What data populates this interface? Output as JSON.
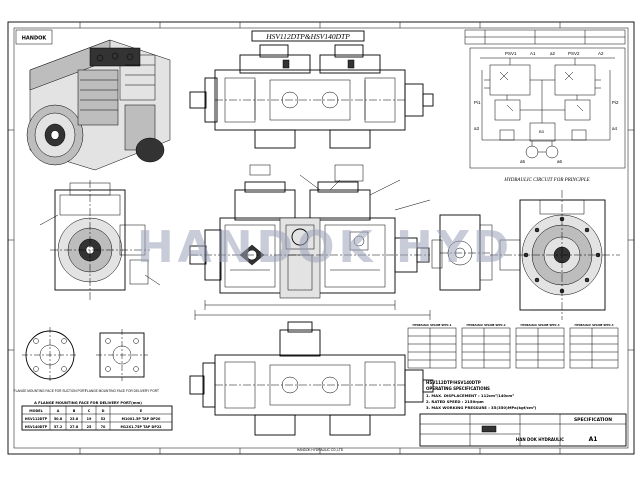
{
  "sheet": {
    "title": "HSV112DTP&HSV140DTP",
    "logo_top_left": "HANDOK",
    "watermark": "HANDOK HYD",
    "hydraulic_circuit_title": "HYDRAULIC CIRCUIT FOR PRINCIPLE",
    "company_name": "HAN DOK HYDRAULIC",
    "drawing_title": "SPECIFICATION",
    "footer_left": "HANDOK HYDRAULIC CO.,LTD",
    "footer_right": "A1"
  },
  "circuit": {
    "labels": [
      "PSV1",
      "A1",
      "a2",
      "PSV2",
      "A2",
      "Pi1",
      "Pi2",
      "a3",
      "a4",
      "a5",
      "a6",
      "B3"
    ]
  },
  "mounting_flange": {
    "caption": "A FLANGE MOUNTING FACE FOR DELIVERY PORT(mm)",
    "suction_caption": "FLANGE MOUNTING FACE FOR SUCTION PORT",
    "delivery_caption": "FLANGE MOUNTING FACE FOR DELIVERY PORT",
    "columns": [
      "MODEL",
      "A",
      "B",
      "C",
      "D",
      "E"
    ],
    "rows": [
      [
        "HSV112DTP",
        "50.8",
        "23.8",
        "19",
        "52",
        "M10X1.5P TAP DP20"
      ],
      [
        "HSV140DTP",
        "57.2",
        "27.8",
        "25",
        "70",
        "M12X1.75P TAP DP22"
      ]
    ]
  },
  "specifications": {
    "heading": "HSV112DTP/HSV140DTP",
    "subheading": "OPERATING SPECIFICATIONS",
    "items": [
      "1. MAX. DISPLACEMENT : 112cm³/140cm³",
      "2. RATED SPEED : 2150rpm",
      "3. MAX WORKING PRESSURE : 35(350)MPa(kgf/cm²)"
    ]
  },
  "port_tables": {
    "titles": [
      "HYDRAULIC SPLINE SPEC.1",
      "HYDRAULIC SPLINE SPEC.2",
      "HYDRAULIC SPLINE SPEC.3",
      "HYDRAULIC SPLINE SPEC.4"
    ]
  }
}
